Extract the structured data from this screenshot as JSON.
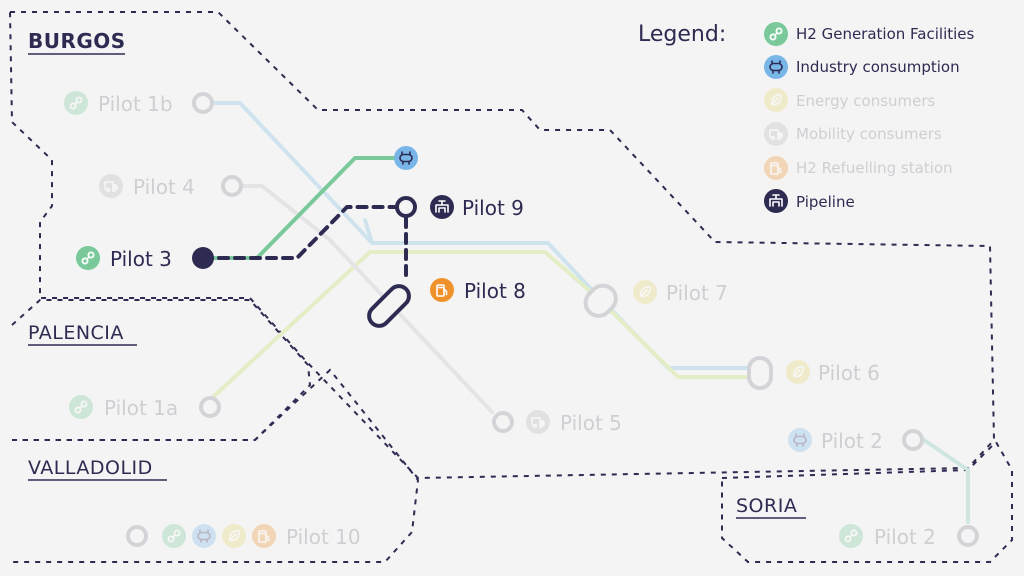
{
  "colors": {
    "navy": "#2e2b52",
    "green": "#79c99a",
    "blue": "#79b6e8",
    "orange": "#f0922b",
    "faded_text": "#cfcfd3",
    "faded_ring": "#d4d4d8",
    "faded_blue_line": "#cfe3ef",
    "faded_yellow_line": "#e3edc6",
    "faded_grey_line": "#e4e4e6",
    "faded_teal_line": "#cfe5e1"
  },
  "regions": {
    "burgos": "BURGOS",
    "palencia": "PALENCIA",
    "valladolid": "VALLADOLID",
    "soria": "SORIA"
  },
  "legend": {
    "title": "Legend:",
    "items": [
      {
        "label": "H2 Generation Facilities",
        "icon": "h2-generation-icon",
        "active": true
      },
      {
        "label": "Industry consumption",
        "icon": "industry-icon",
        "active": true
      },
      {
        "label": "Energy consumers",
        "icon": "energy-icon",
        "active": false
      },
      {
        "label": "Mobility consumers",
        "icon": "mobility-icon",
        "active": false
      },
      {
        "label": "H2 Refuelling station",
        "icon": "refuelling-icon",
        "active": false
      },
      {
        "label": "Pipeline",
        "icon": "pipeline-icon",
        "active": true
      }
    ]
  },
  "pilots": {
    "pilot_1b": {
      "label": "Pilot 1b",
      "icon": "h2-generation-icon",
      "active": false
    },
    "pilot_4": {
      "label": "Pilot 4",
      "icon": "mobility-icon",
      "active": false
    },
    "pilot_3": {
      "label": "Pilot 3",
      "icon": "h2-generation-icon",
      "active": true
    },
    "pilot_9": {
      "label": "Pilot 9",
      "icon": "pipeline-icon",
      "active": true
    },
    "pilot_8": {
      "label": "Pilot 8",
      "icon": "refuelling-icon",
      "active": true
    },
    "pilot_7": {
      "label": "Pilot 7",
      "icon": "energy-icon",
      "active": false
    },
    "pilot_6": {
      "label": "Pilot 6",
      "icon": "energy-icon",
      "active": false
    },
    "pilot_5": {
      "label": "Pilot 5",
      "icon": "mobility-icon",
      "active": false
    },
    "pilot_1a": {
      "label": "Pilot 1a",
      "icon": "h2-generation-icon",
      "active": false
    },
    "pilot_2_east": {
      "label": "Pilot 2",
      "icon": "industry-icon",
      "active": false
    },
    "pilot_2_soria": {
      "label": "Pilot 2",
      "icon": "h2-generation-icon",
      "active": false
    },
    "pilot_10": {
      "label": "Pilot 10",
      "icons": [
        "h2-generation-icon",
        "industry-icon",
        "energy-icon",
        "refuelling-icon"
      ],
      "active": false
    },
    "industry_endpoint": {
      "icon": "industry-icon",
      "active": true
    }
  }
}
